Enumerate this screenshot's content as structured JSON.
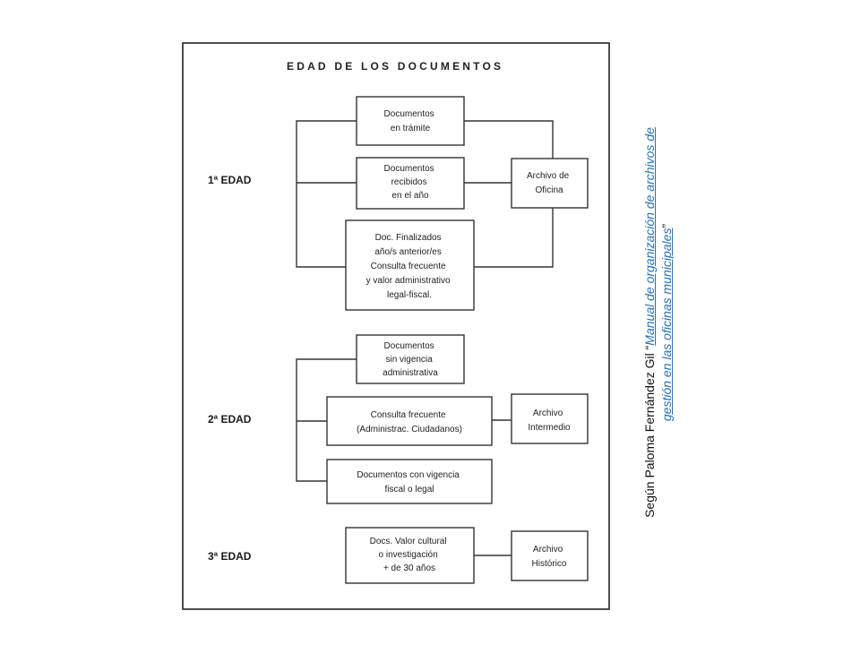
{
  "title": "EDAD DE LOS DOCUMENTOS",
  "ages": [
    {
      "id": "edad1",
      "label": "1ª EDAD"
    },
    {
      "id": "edad2",
      "label": "2ª EDAD"
    },
    {
      "id": "edad3",
      "label": "3ª EDAD"
    }
  ],
  "documents": {
    "en_tramite": [
      "Documentos",
      "en trámite"
    ],
    "recibidos": [
      "Documentos",
      "recibidos",
      "en el año"
    ],
    "finalizados": [
      "Doc. Finalizados",
      "año/s anterior/es",
      "Consulta frecuente",
      "y valor administrativo",
      "legal-fiscal."
    ],
    "sin_vigencia": [
      "Documentos",
      "sin vigencia",
      "administrativa"
    ],
    "consulta_frecuente": [
      "Consulta frecuente",
      "(Administrac. Ciudadanos)"
    ],
    "vigencia_fiscal": [
      "Documentos con vigencia",
      "fiscal o legal"
    ],
    "valor_cultural": [
      "Docs. Valor cultural",
      "o investigación",
      "+ de 30 años"
    ]
  },
  "archives": {
    "oficina": [
      "Archivo de",
      "Oficina"
    ],
    "intermedio": [
      "Archivo",
      "Intermedio"
    ],
    "historico": [
      "Archivo",
      "Histórico"
    ]
  },
  "caption": {
    "prefix": "Según Paloma Fernández Gil “",
    "link_text": "Manual de organización de archivos de gestión en las oficinas municipales",
    "suffix": "”"
  }
}
